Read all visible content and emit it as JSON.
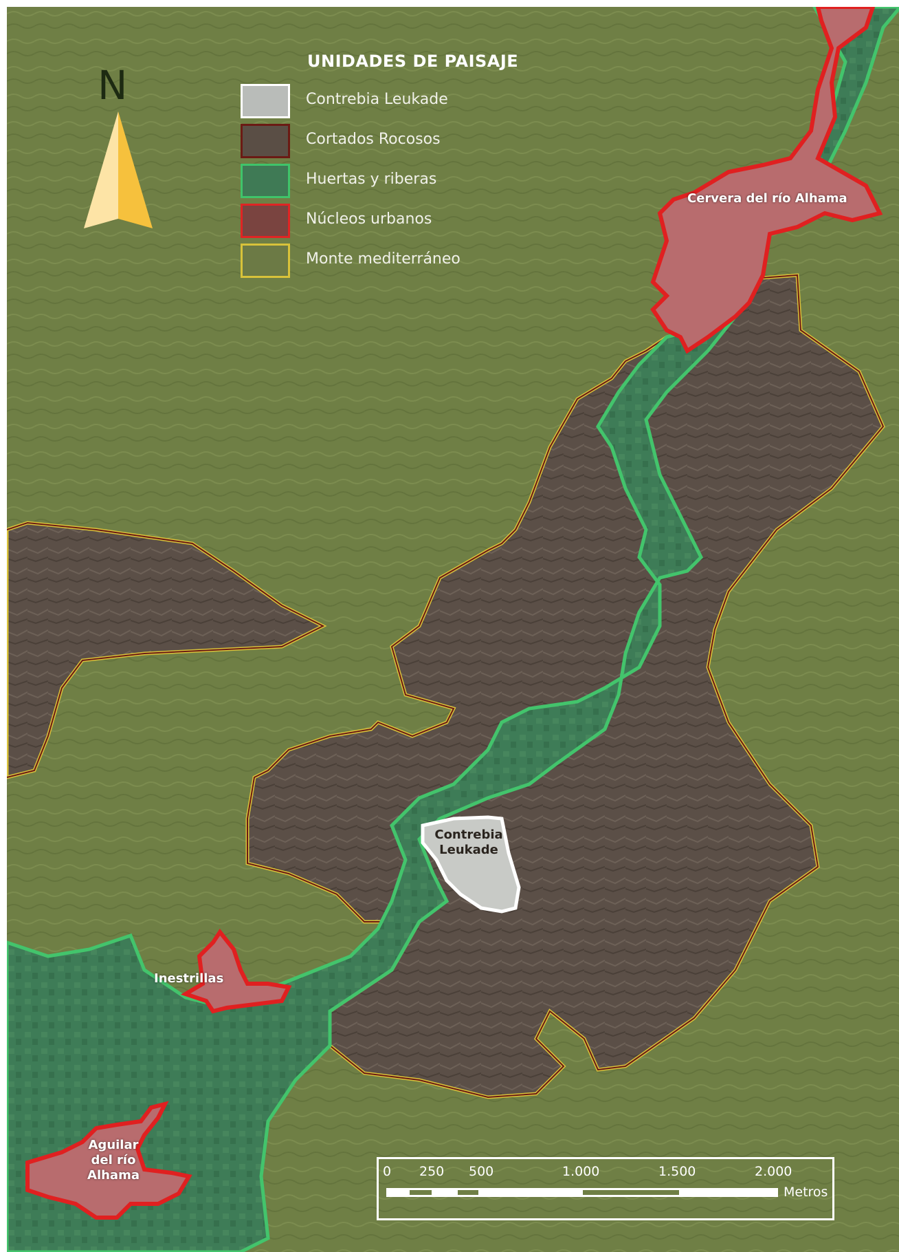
{
  "legend": {
    "title": "UNIDADES DE PAISAJE",
    "items": [
      {
        "label": "Contrebia Leukade",
        "fill": "#b9bcb9",
        "border": "#ffffff"
      },
      {
        "label": "Cortados Rocosos",
        "fill": "#5a4e45",
        "border": "#6b1a14"
      },
      {
        "label": "Huertas y riberas",
        "fill": "#3f7a55",
        "border": "#3fc46a"
      },
      {
        "label": "Núcleos urbanos",
        "fill": "#7a4440",
        "border": "#e02424"
      },
      {
        "label": "Monte mediterráneo",
        "fill": "#6c7a45",
        "border": "#d8c23a"
      }
    ]
  },
  "north_arrow": {
    "letter": "N",
    "color_light": "#fde4a6",
    "color_dark": "#f6c13d"
  },
  "places": {
    "cervera": "Cervera del río Alhama",
    "contrebia_line1": "Contrebia",
    "contrebia_line2": "Leukade",
    "inestrillas": "Inestrillas",
    "aguilar_line1": "Aguilar",
    "aguilar_line2": "del río",
    "aguilar_line3": "Alhama"
  },
  "scale_bar": {
    "ticks": [
      "0",
      "250",
      "500",
      "1.000",
      "1.500",
      "2.000"
    ],
    "units": "Metros"
  },
  "colors": {
    "monte": "#6f7f45",
    "cortados": "#5b4f47",
    "cortados_border": "#6b1a14",
    "monte_border": "#d8c23a",
    "huertas": "#3e7c57",
    "huertas_border": "#43c46c",
    "urbano": "#b86c6e",
    "urbano_border": "#e02020",
    "contrebia": "#c8cac6"
  }
}
